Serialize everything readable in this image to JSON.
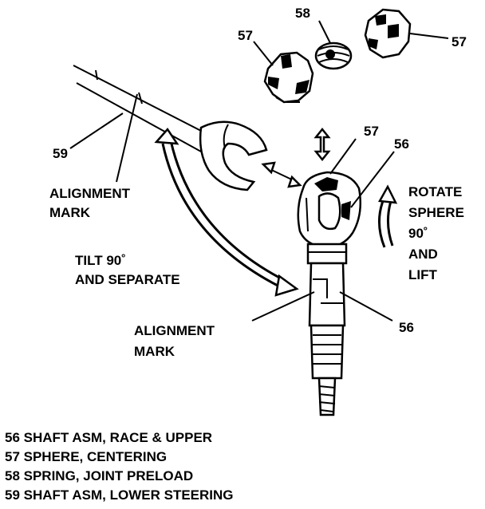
{
  "labels": {
    "l57_top_left": "57",
    "l58_top": "58",
    "l57_top_right": "57",
    "l57_center": "57",
    "l56_center": "56",
    "l59": "59",
    "alignment_mark_1": "ALIGNMENT",
    "alignment_mark_1b": "MARK",
    "tilt_1": "TILT 90˚",
    "tilt_2": "AND SEPARATE",
    "rotate_1": "ROTATE",
    "rotate_2": "SPHERE",
    "rotate_3": "90˚",
    "rotate_4": "AND",
    "rotate_5": "LIFT",
    "alignment_mark_2": "ALIGNMENT",
    "alignment_mark_2b": "MARK",
    "l56_lower": "56"
  },
  "legend": [
    "56 SHAFT ASM, RACE & UPPER",
    "57 SPHERE, CENTERING",
    "58 SPRING, JOINT PRELOAD",
    "59 SHAFT ASM, LOWER STEERING"
  ]
}
